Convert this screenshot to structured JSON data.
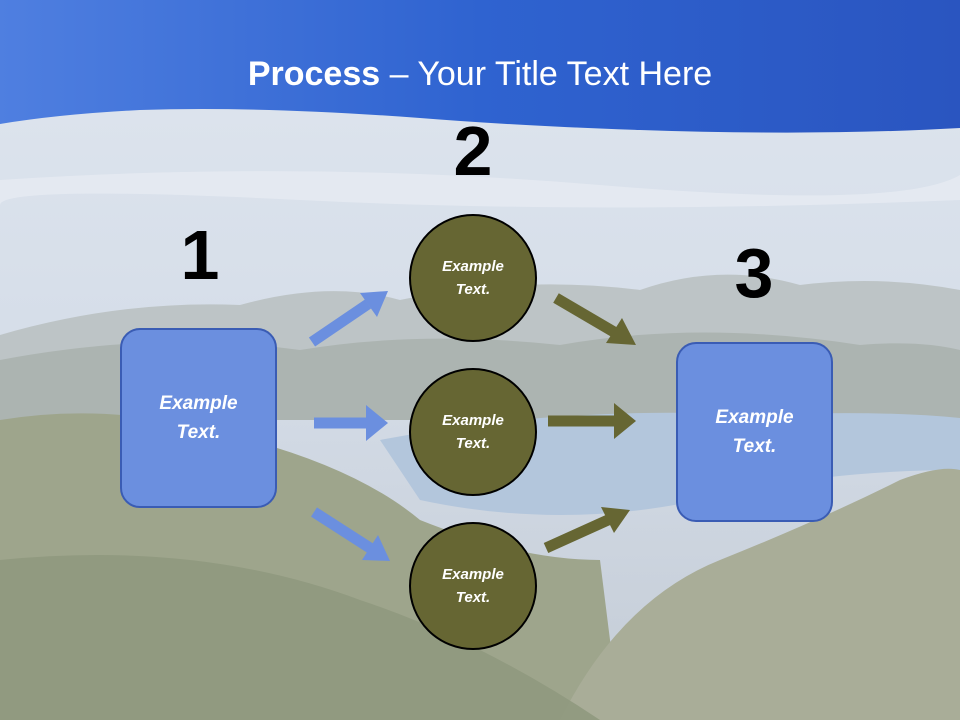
{
  "title": {
    "bold": "Process",
    "rest": " – Your Title Text Here"
  },
  "steps": [
    {
      "number": "1",
      "text": "Example Text."
    },
    {
      "number": "2",
      "items": [
        "Example Text.",
        "Example Text.",
        "Example Text."
      ]
    },
    {
      "number": "3",
      "text": "Example Text."
    }
  ],
  "colors": {
    "header_blue": "#2f5fc8",
    "box_fill": "#6b8fdf",
    "box_border": "#3a5cb4",
    "circle_fill": "#666633",
    "blue_arrow": "#6b8fdf",
    "olive_arrow": "#666633"
  }
}
